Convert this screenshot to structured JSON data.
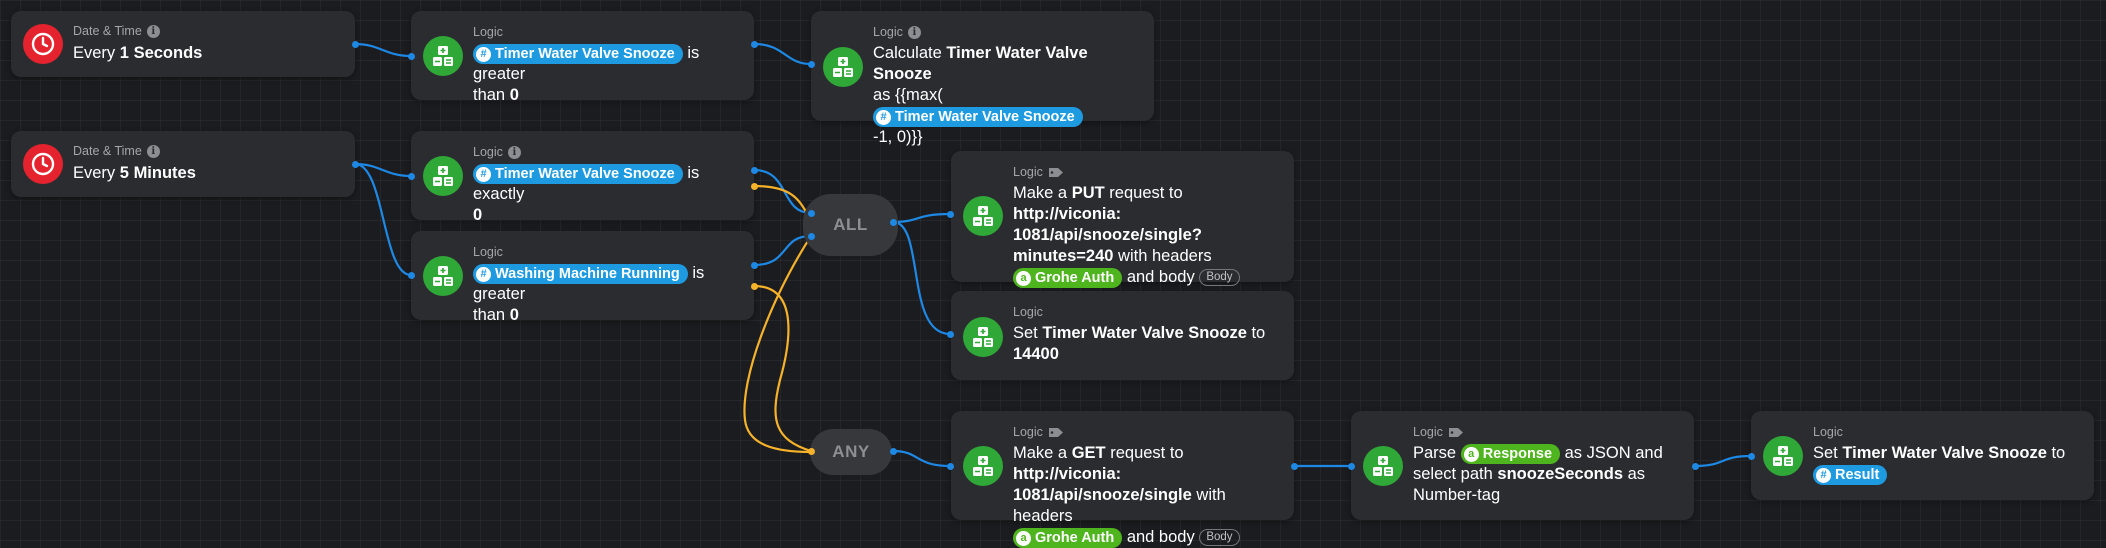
{
  "canvas": {
    "colors": {
      "background": "#1b1c1f",
      "card": "#2b2c30",
      "wire_blue": "#1e88e5",
      "wire_yellow": "#f5b22a",
      "red_icon": "#e5232e",
      "green_icon": "#2fa838",
      "pill_blue": "#1e9be0",
      "pill_lime": "#4fb51e"
    }
  },
  "triggers": [
    {
      "title": "Date & Time",
      "icon": "clock-icon",
      "prefix": "Every",
      "value": "1",
      "unit": "Seconds"
    },
    {
      "title": "Date & Time",
      "icon": "clock-icon",
      "prefix": "Every",
      "value": "5",
      "unit": "Minutes"
    }
  ],
  "conditions": {
    "c1": {
      "title": "Logic",
      "token": "Timer Water Valve Snooze",
      "text": "is greater",
      "text2": "than",
      "value": "0"
    },
    "c2": {
      "title": "Logic",
      "token": "Timer Water Valve Snooze",
      "text": "is exactly",
      "value": "0"
    },
    "c3": {
      "title": "Logic",
      "token": "Washing Machine Running",
      "text": "is greater",
      "text2": "than",
      "value": "0"
    }
  },
  "gates": {
    "all": "ALL",
    "any": "ANY"
  },
  "actions": {
    "calc": {
      "title": "Logic",
      "p1": "Calculate",
      "var": "Timer Water Valve Snooze",
      "p2": "as",
      "expr1": "{{max(",
      "token": "Timer Water Valve Snooze",
      "expr2": "-1, 0)}}"
    },
    "put": {
      "title": "Logic",
      "p1": "Make a",
      "method": "PUT",
      "p2": "request to",
      "url1": "http://viconia:",
      "url2": "1081/api/snooze/single?",
      "url3": "minutes=240",
      "p3": "with headers",
      "header": "Grohe Auth",
      "p4": "and body",
      "body": "Body"
    },
    "set": {
      "title": "Logic",
      "p1": "Set",
      "var": "Timer Water Valve Snooze",
      "p2": "to",
      "value": "14400"
    },
    "get": {
      "title": "Logic",
      "p1": "Make a",
      "method": "GET",
      "p2": "request to",
      "url1": "http://viconia:",
      "url2": "1081/api/snooze/single",
      "p3": "with headers",
      "header": "Grohe Auth",
      "p4": "and body",
      "body": "Body"
    },
    "parse": {
      "title": "Logic",
      "p1": "Parse",
      "token": "Response",
      "p2": "as JSON and",
      "p3": "select path",
      "path": "snoozeSeconds",
      "p4": "as",
      "p5": "Number-tag"
    },
    "set2": {
      "title": "Logic",
      "p1": "Set",
      "var": "Timer Water Valve Snooze",
      "p2": "to",
      "token": "Result"
    }
  }
}
